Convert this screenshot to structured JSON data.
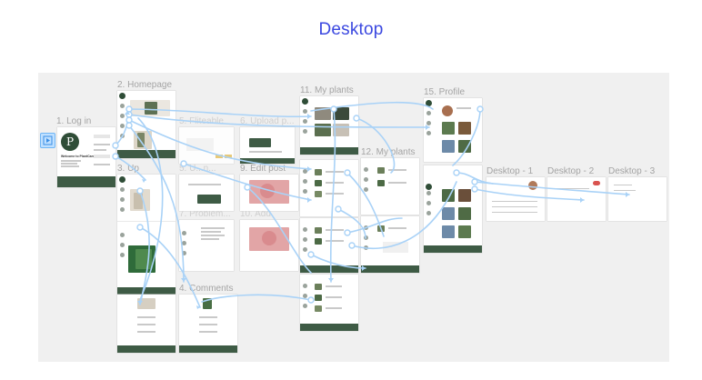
{
  "page": {
    "title": "Desktop"
  },
  "frames": [
    {
      "id": "login",
      "label": "1. Log in",
      "welcome": "Welcome to PlantCare!",
      "logo_letter": "P"
    },
    {
      "id": "homepage",
      "label": "2. Homepage"
    },
    {
      "id": "up",
      "label": "3. Up"
    },
    {
      "id": "comments",
      "label": "4. Comments"
    },
    {
      "id": "edit-post",
      "label": "9. Edit post"
    },
    {
      "id": "my-plants-11",
      "label": "11. My plants"
    },
    {
      "id": "my-plants-12",
      "label": "12. My plants"
    },
    {
      "id": "profile",
      "label": "15. Profile"
    },
    {
      "id": "desktop-1",
      "label": "Desktop - 1"
    },
    {
      "id": "desktop-2",
      "label": "Desktop - 2"
    },
    {
      "id": "desktop-3",
      "label": "Desktop - 3"
    }
  ],
  "faded_labels": {
    "f5": "5. Fliteable",
    "f6": "6. Upload p...",
    "f7": "5. U...n...",
    "f8": "7. Problem...",
    "f10": "10. Add"
  },
  "colors": {
    "accent": "#3b48e0",
    "footer": "#3e5b45",
    "prototype_link": "#a9d2f7",
    "canvas": "#f0f0f0"
  },
  "icons": {
    "present": "play-icon"
  }
}
